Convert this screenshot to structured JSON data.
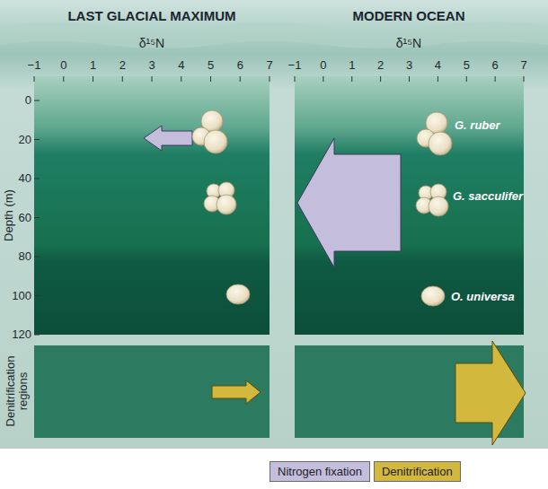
{
  "diagram": {
    "labels": [
      "LAST GLACIAL MAXIMUM",
      "MODERN OCEAN",
      "δ¹⁵N",
      "δ¹⁵N",
      "Depth (m)",
      "−1",
      "0",
      "1",
      "2",
      "3",
      "4",
      "5",
      "6",
      "7",
      "−1",
      "0",
      "1",
      "2",
      "3",
      "4",
      "5",
      "6",
      "7",
      "0",
      "20",
      "40",
      "60",
      "80",
      "100",
      "120",
      "G. ruber",
      "G. sacculifer",
      "O. universa",
      "Denitrification regions"
    ],
    "legend": [
      {
        "text": "Nitrogen fixation",
        "color": "#c4bedc"
      },
      {
        "text": "Denitrification",
        "color": "#d2b83c"
      }
    ]
  }
}
